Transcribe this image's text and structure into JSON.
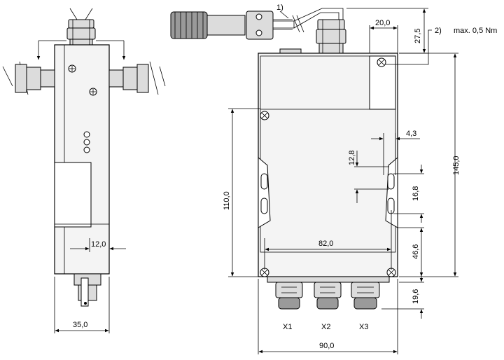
{
  "dimensions": {
    "side_width": "35,0",
    "side_offset": "12,0",
    "top_cable_offset": "20,0",
    "top_height": "27,5",
    "total_height": "145,0",
    "mount_height": "110,0",
    "slot_spacing": "12,8",
    "slot_offset": "4,3",
    "slot_length": "16,8",
    "lower_height": "46,6",
    "hole_distance": "82,0",
    "connector_depth": "19,6",
    "total_width": "90,0"
  },
  "notes": {
    "note1": "1)",
    "note2": "2)",
    "torque": "max. 0,5 Nm"
  },
  "connectors": [
    "X1",
    "X2",
    "X3"
  ]
}
